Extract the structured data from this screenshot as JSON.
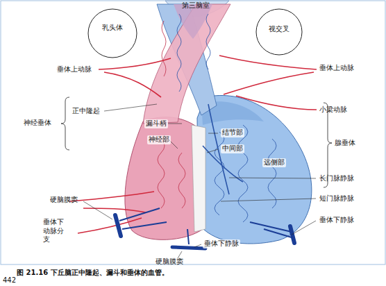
{
  "diagram": {
    "caption": "图 21.16  下丘脑正中隆起、漏斗和垂体的血管。",
    "nodes": [
      {
        "text": [
          "乳头体"
        ]
      },
      {
        "text": [
          "视交叉"
        ]
      }
    ],
    "labels": [
      "第三脑室",
      "垂体上动脉",
      "垂体上动脉",
      "正中隆起",
      "小梁动脉",
      "神经垂体",
      "漏斗柄",
      "结节部",
      "中间部",
      "腺垂体",
      "远侧部",
      "神经部",
      "长门脉静脉",
      "短门脉静脉",
      "硬脑膜窦",
      "垂体下动脉分支",
      "垂体下静脉",
      "垂体下静脉",
      "硬脑膜窦",
      "442"
    ]
  }
}
